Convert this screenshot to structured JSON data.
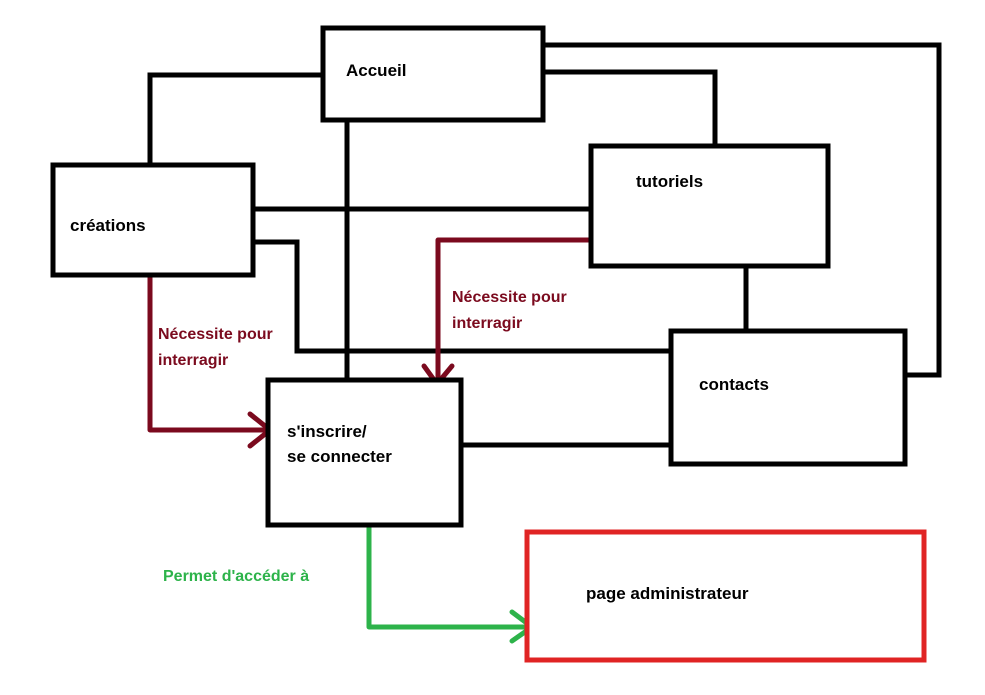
{
  "nodes": {
    "accueil": {
      "label": "Accueil"
    },
    "creations": {
      "label": "créations"
    },
    "tutoriels": {
      "label": "tutoriels"
    },
    "contacts": {
      "label": "contacts"
    },
    "inscrire": {
      "line1": "s'inscrire/",
      "line2": "se connecter"
    },
    "admin": {
      "label": "page administrateur"
    }
  },
  "annotations": {
    "needs_interaction_left": {
      "line1": "Nécessite pour",
      "line2": "interragir"
    },
    "needs_interaction_right": {
      "line1": "Nécessite pour",
      "line2": "interragir"
    },
    "grants_access": {
      "label": "Permet d'accéder à"
    }
  },
  "colors": {
    "line": "#000000",
    "requirement_arrow": "#7b0a1e",
    "access_arrow": "#2db34a",
    "admin_border": "#e02424"
  }
}
